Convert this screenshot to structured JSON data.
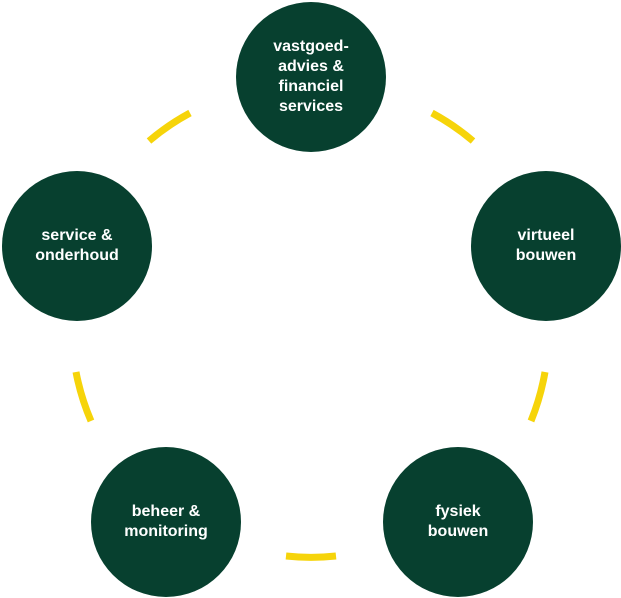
{
  "colors": {
    "node_fill": "#07402F",
    "node_text": "#FFFFFF",
    "connector": "#F6D40A"
  },
  "cycle": {
    "nodes": [
      {
        "label": "vastgoed-\nadvies &\nfinanciel\nservices"
      },
      {
        "label": "virtueel\nbouwen"
      },
      {
        "label": "fysiek\nbouwen"
      },
      {
        "label": "beheer &\nmonitoring"
      },
      {
        "label": "service &\nonderhoud"
      }
    ]
  }
}
